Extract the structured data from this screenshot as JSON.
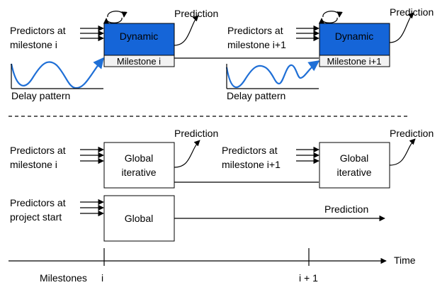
{
  "top": {
    "left": {
      "predictors": [
        "Predictors at",
        "milestone i"
      ],
      "model": "Dynamic",
      "milestone": "Milestone i",
      "output": "Prediction",
      "delay": "Delay pattern"
    },
    "right": {
      "predictors": [
        "Predictors at",
        "milestone i+1"
      ],
      "model": "Dynamic",
      "milestone": "Milestone i+1",
      "output": "Prediction",
      "delay": "Delay pattern"
    }
  },
  "middle": {
    "left": {
      "predictors": [
        "Predictors at",
        "milestone i"
      ],
      "model": [
        "Global",
        "iterative"
      ],
      "output": "Prediction"
    },
    "right": {
      "predictors": [
        "Predictors at",
        "milestone i+1"
      ],
      "model": [
        "Global",
        "iterative"
      ],
      "output": "Prediction"
    }
  },
  "bottom": {
    "predictors": [
      "Predictors at",
      "project start"
    ],
    "model": "Global",
    "output": "Prediction"
  },
  "timeline": {
    "axis": "Time",
    "milestones_label": "Milestones",
    "tick_i": "i",
    "tick_i1": "i + 1"
  },
  "colors": {
    "dynamic_fill": "#1565d8",
    "milestone_fill": "#f2f2f2",
    "wave": "#1f6fd6"
  }
}
